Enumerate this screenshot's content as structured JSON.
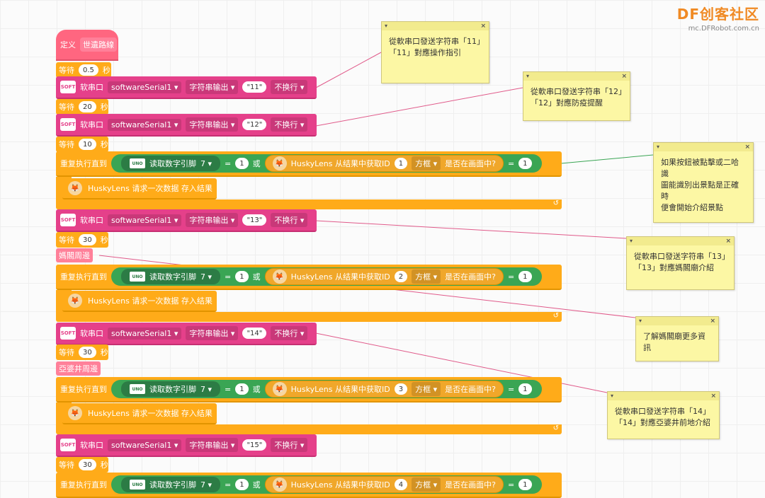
{
  "watermark": {
    "logo": "DF创客社区",
    "url": "mc.DFRobot.com.cn"
  },
  "define": {
    "label": "定义",
    "name": "世遺路線"
  },
  "wait_label": "等待",
  "sec_label": "秒",
  "serial": {
    "label": "软串口",
    "port": "softwareSerial1",
    "mode": "字符串输出",
    "newline": "不换行",
    "icon_text": "SOFT"
  },
  "repeat_label": "重复执行直到",
  "read_pin": "读取数字引脚",
  "pin": "7",
  "eq": "=",
  "one": "1",
  "or_label": "或",
  "husky_get": "HuskyLens 从结果中获取ID",
  "box": "方框",
  "in_screen": "是否在画面中?",
  "husky_request": "HuskyLens 请求一次数据 存入结果",
  "uno_text": "UNO",
  "fox_icon": "fox-icon",
  "sequence": [
    {
      "wait": "0.5",
      "code": "\"11\""
    },
    {
      "wait": "20",
      "code": "\"12\""
    },
    {
      "wait": "10"
    }
  ],
  "blocks": {
    "w1": "0.5",
    "s1": "\"11\"",
    "w2": "20",
    "s2": "\"12\"",
    "w3": "10",
    "id1": "1",
    "s3": "\"13\"",
    "w4": "30",
    "label2": "媽閣周邊",
    "id2": "2",
    "s4": "\"14\"",
    "w5": "30",
    "label3": "亞婆井周邊",
    "id3": "3",
    "s5": "\"15\"",
    "w6": "30",
    "id4": "4"
  },
  "notes": {
    "n1": [
      "從軟串口發送字符串「11」",
      "「11」對應操作指引"
    ],
    "n2": [
      "從軟串口發送字符串「12」",
      "「12」對應防疫提醒"
    ],
    "n3": [
      "如果按鈕被點擊或二哈識",
      "圖能識別出景點是正確時",
      "便會開始介紹景點"
    ],
    "n4": [
      "從軟串口發送字符串「13」",
      "「13」對應媽閣廟介紹"
    ],
    "n5": [
      "了解媽閣廟更多資訊"
    ],
    "n6": [
      "從軟串口發送字符串「14」",
      "「14」對應亞婆井前地介紹"
    ]
  },
  "note_close": "×",
  "note_toggle": "▾",
  "loop_arrow": "↺",
  "dropdown_arrow": "▾",
  "colors": {
    "pink": "#e5408a",
    "orange": "#ffab19",
    "green": "#3aa554",
    "note": "#fcf7a4"
  }
}
